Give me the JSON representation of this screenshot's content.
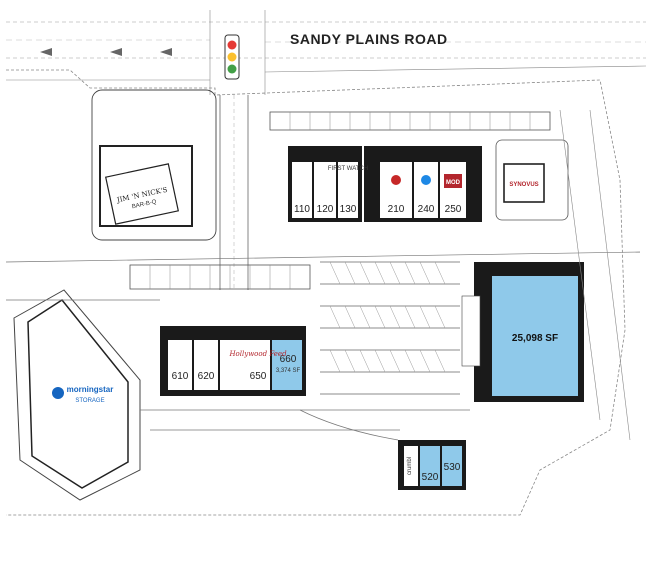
{
  "map": {
    "road_name": "SANDY PLAINS ROAD",
    "accent_colors": {
      "available": "#8fc9ea",
      "building": "#1a1a1a",
      "highlight": "#a8d4f0"
    },
    "buildings": {
      "north_strip": {
        "units": [
          "110",
          "120",
          "130",
          "210",
          "240",
          "250"
        ],
        "tenants": [
          "FIRST WATCH",
          "MOD",
          "SYNOVUS"
        ]
      },
      "jim_n_nicks": {
        "name": "JIM 'N NICK'S",
        "sub": "BAR-B-Q"
      },
      "anchor": {
        "area": "25,098 SF"
      },
      "west_strip": {
        "units": [
          "610",
          "620",
          "650",
          "660"
        ],
        "tenant": "Hollywood Feed",
        "available_area": "3,374 SF"
      },
      "south_pad": {
        "units": [
          "520",
          "530"
        ],
        "tenant": "crumbl"
      },
      "storage": {
        "name": "morningstar",
        "sub": "STORAGE"
      }
    }
  }
}
